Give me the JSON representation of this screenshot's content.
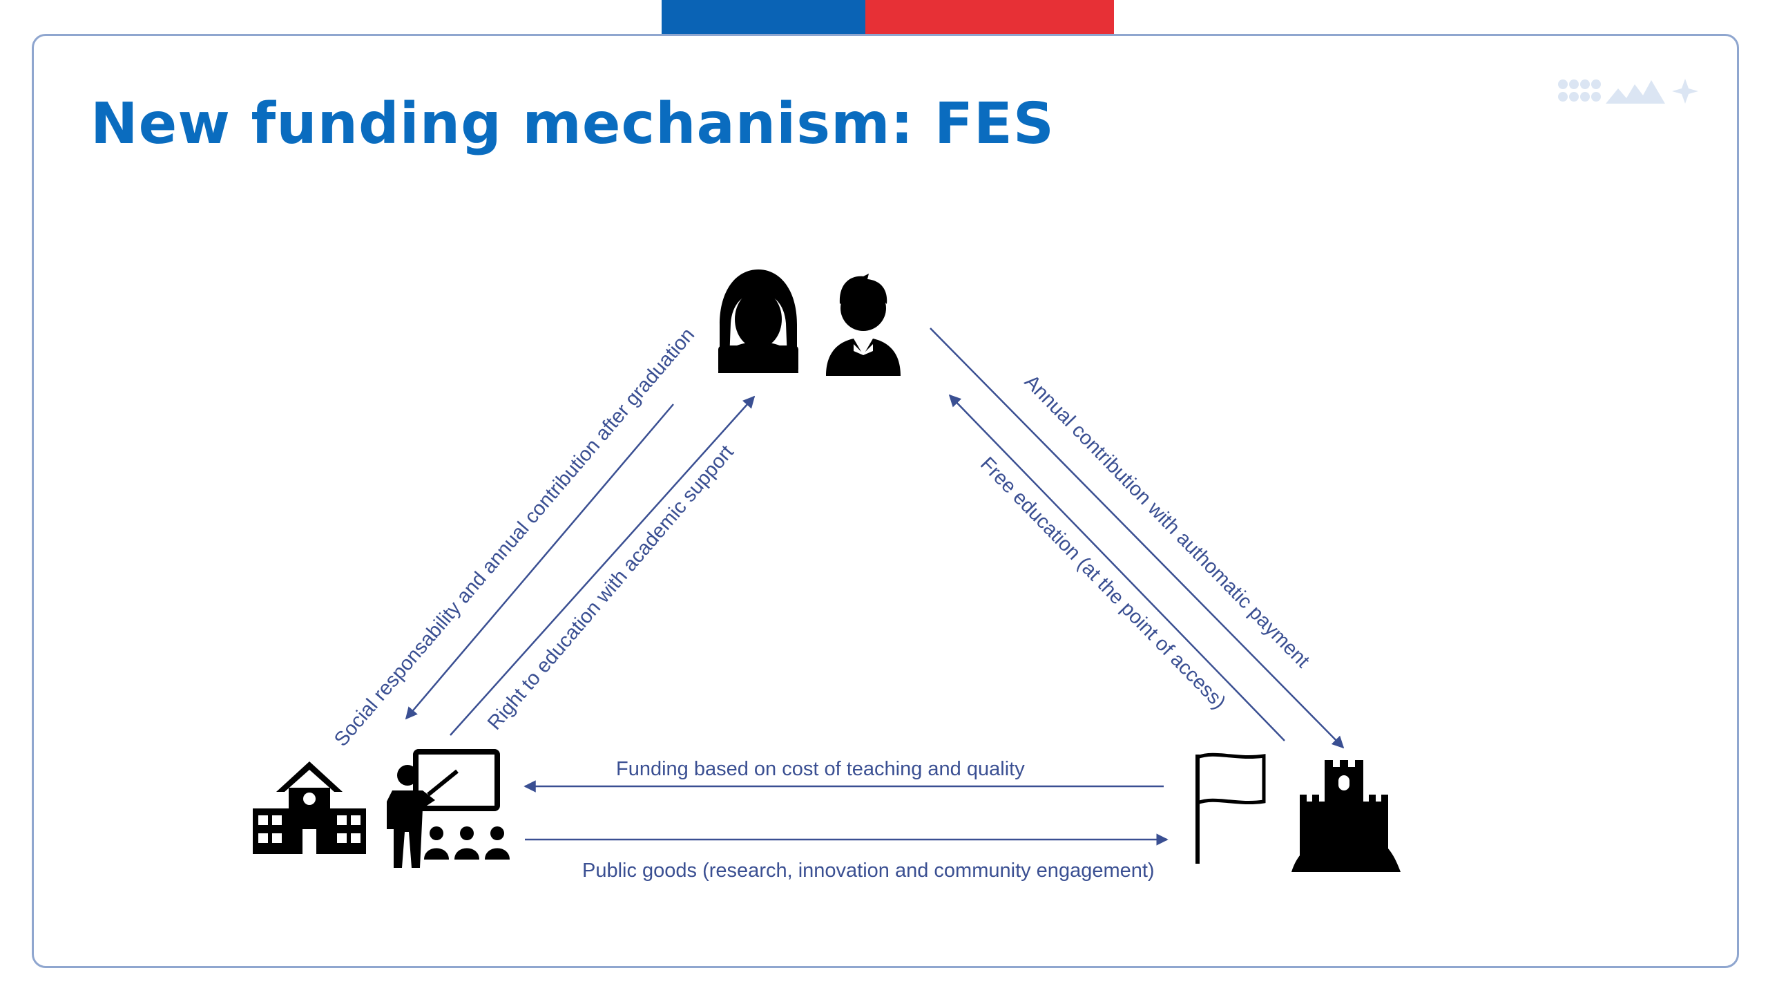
{
  "slide": {
    "title": "New funding mechanism: FES"
  },
  "colors": {
    "title": "#0a6cbf",
    "flag_blue": "#0a63b5",
    "flag_red": "#e73036",
    "arrow": "#3a4f92",
    "label": "#3a4f92",
    "icon": "#000000",
    "frame": "#8fa6cf",
    "logo": "#dbe5f3"
  },
  "icons": {
    "students": [
      "woman-student-icon",
      "man-student-icon"
    ],
    "institution": [
      "school-building-icon",
      "teacher-classroom-icon"
    ],
    "state": [
      "flag-icon",
      "castle-icon"
    ]
  },
  "labels": {
    "left_outer": "Social responsability  and annual contribution after graduation",
    "left_inner": "Right to education with academic support",
    "right_outer": "Annual contribution with authomatic payment",
    "right_inner": "Free education (at the point of access)",
    "bottom_top": "Funding based on cost of teaching and quality",
    "bottom_bottom": "Public goods (research, innovation and community engagement)"
  }
}
